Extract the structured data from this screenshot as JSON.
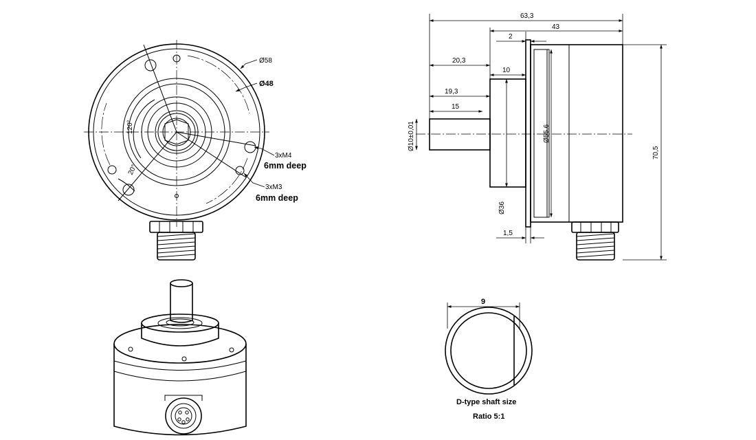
{
  "front_view": {
    "dia_outer": "Ø58",
    "dia_pitch": "Ø48",
    "angle_120": "120°",
    "angle_20": "20°",
    "holes_m4": "3xM4",
    "holes_m4_depth": "6mm deep",
    "holes_m3": "3xM3",
    "holes_m3_depth": "6mm deep"
  },
  "side_view": {
    "overall_length": "63,3",
    "body_length": "43",
    "flange_thickness": "2",
    "shaft_to_body": "20,3",
    "boss_length": "10",
    "shaft_length": "19,3",
    "flat_length": "15",
    "shaft_dia": "Ø10±0,01",
    "body_dia": "Ø55,6",
    "boss_dia": "Ø36",
    "offset": "1,5",
    "overall_height": "70,5"
  },
  "shaft_section": {
    "width": "9",
    "caption": "D-type shaft size",
    "ratio": "Ratio 5:1"
  },
  "colors": {
    "line": "#000000",
    "background": "#ffffff"
  }
}
